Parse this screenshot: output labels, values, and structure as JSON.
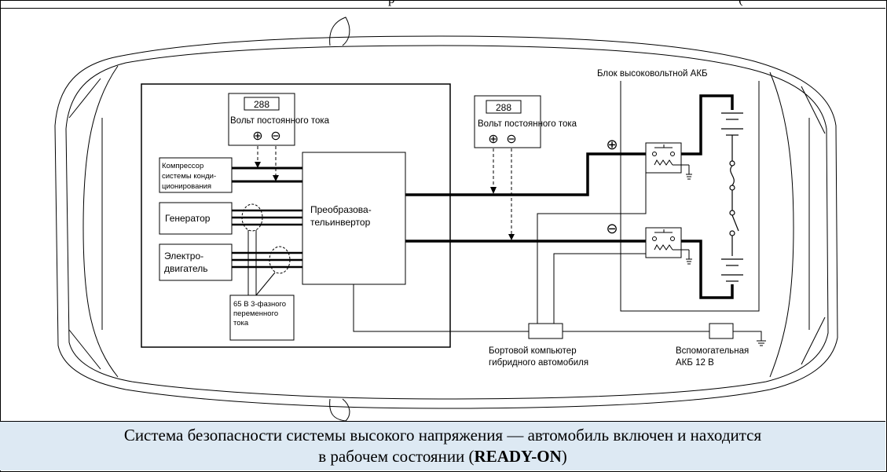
{
  "header": {
    "partial_text_left": "р",
    "partial_text_right": "("
  },
  "diagram": {
    "voltmeter_left": {
      "value": "288",
      "label": "Вольт постоянного тока",
      "plus": "⊕",
      "minus": "⊖"
    },
    "voltmeter_right": {
      "value": "288",
      "label": "Вольт постоянного тока",
      "plus": "⊕",
      "minus": "⊖"
    },
    "compressor": [
      "Компрессор",
      "системы конди-",
      "ционирования"
    ],
    "generator": "Генератор",
    "motor": [
      "Электро-",
      "двигатель"
    ],
    "inverter": [
      "Преобразова-",
      "тельинвертор"
    ],
    "ac_note": [
      "65 В 3-фазного",
      "переменного",
      "тока"
    ],
    "hv_battery_label": "Блок высоковольтной АКБ",
    "plus_sign": "⊕",
    "minus_sign": "⊖",
    "hv_ecu": [
      "Бортовой компьютер",
      "гибридного автомобиля"
    ],
    "aux_battery": [
      "Вспомогательная",
      "АКБ 12 В"
    ]
  },
  "caption": {
    "line1": "Система безопасности системы высокого напряжения — автомобиль включен и находится",
    "line2_prefix": "в рабочем состоянии (",
    "line2_bold": "READY-ON",
    "line2_suffix": ")"
  }
}
